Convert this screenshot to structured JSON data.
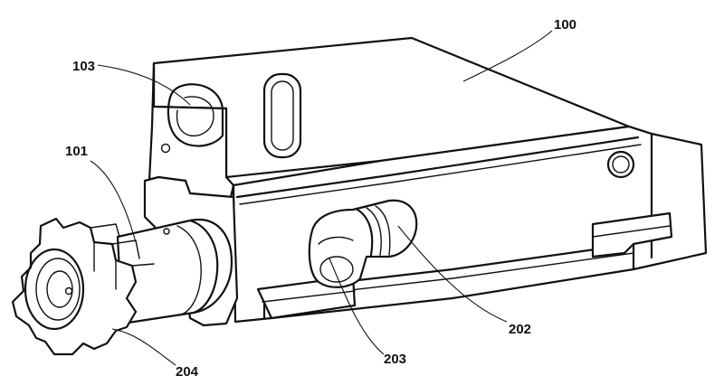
{
  "labels": {
    "body": "100",
    "bolt": "101",
    "aperture": "103",
    "cam_pin": "202",
    "cam_slot": "203",
    "lugs": "204"
  }
}
